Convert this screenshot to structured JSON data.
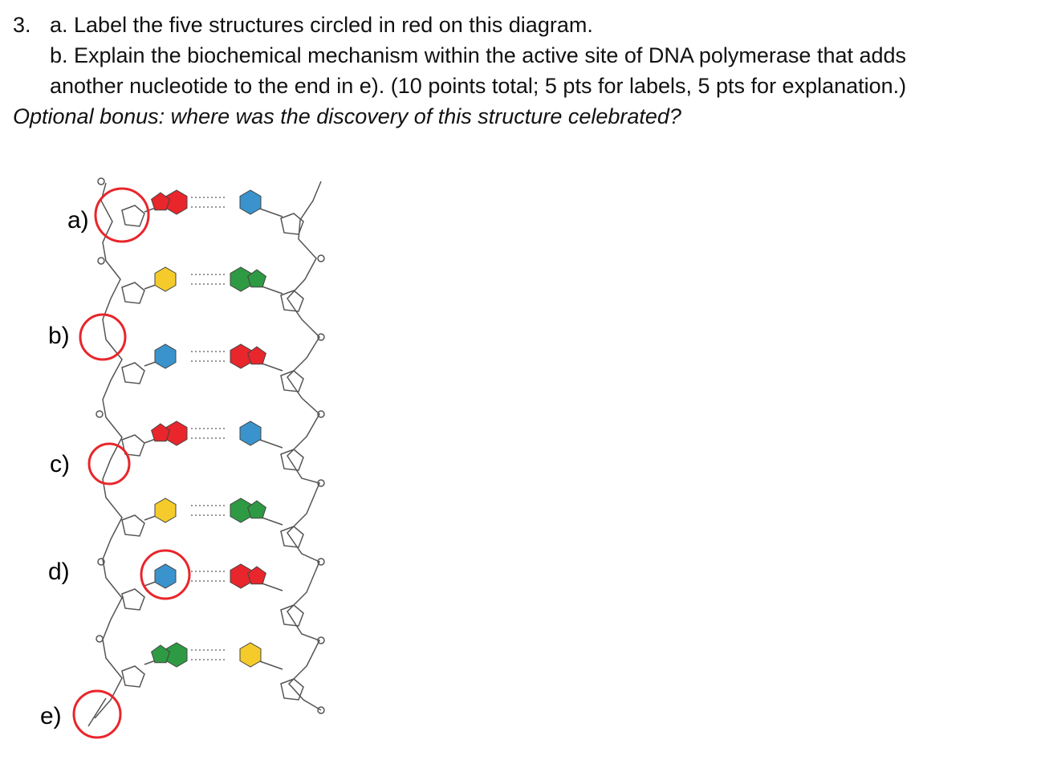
{
  "question": {
    "number": "3.",
    "part_a": "a. Label the five structures circled in red on this diagram.",
    "part_b_line1": "b. Explain the biochemical mechanism within the active site of DNA polymerase that adds",
    "part_b_line2": "another nucleotide to the end in e).  (10 points total; 5 pts for labels, 5 pts for explanation.)",
    "bonus": "Optional bonus: where was the discovery of this structure celebrated?"
  },
  "diagram": {
    "labels": [
      "a)",
      "b)",
      "c)",
      "d)",
      "e)"
    ],
    "circle_color": "#e8262b",
    "base_colors": {
      "red": "#e8262b",
      "blue": "#3a93cc",
      "yellow": "#f4cb2a",
      "green": "#2e9a43"
    },
    "base_pairs_left_to_right": [
      [
        "red",
        "blue"
      ],
      [
        "yellow",
        "green"
      ],
      [
        "blue",
        "red"
      ],
      [
        "red",
        "blue"
      ],
      [
        "yellow",
        "green"
      ],
      [
        "blue",
        "red"
      ],
      [
        "green",
        "yellow"
      ]
    ]
  }
}
